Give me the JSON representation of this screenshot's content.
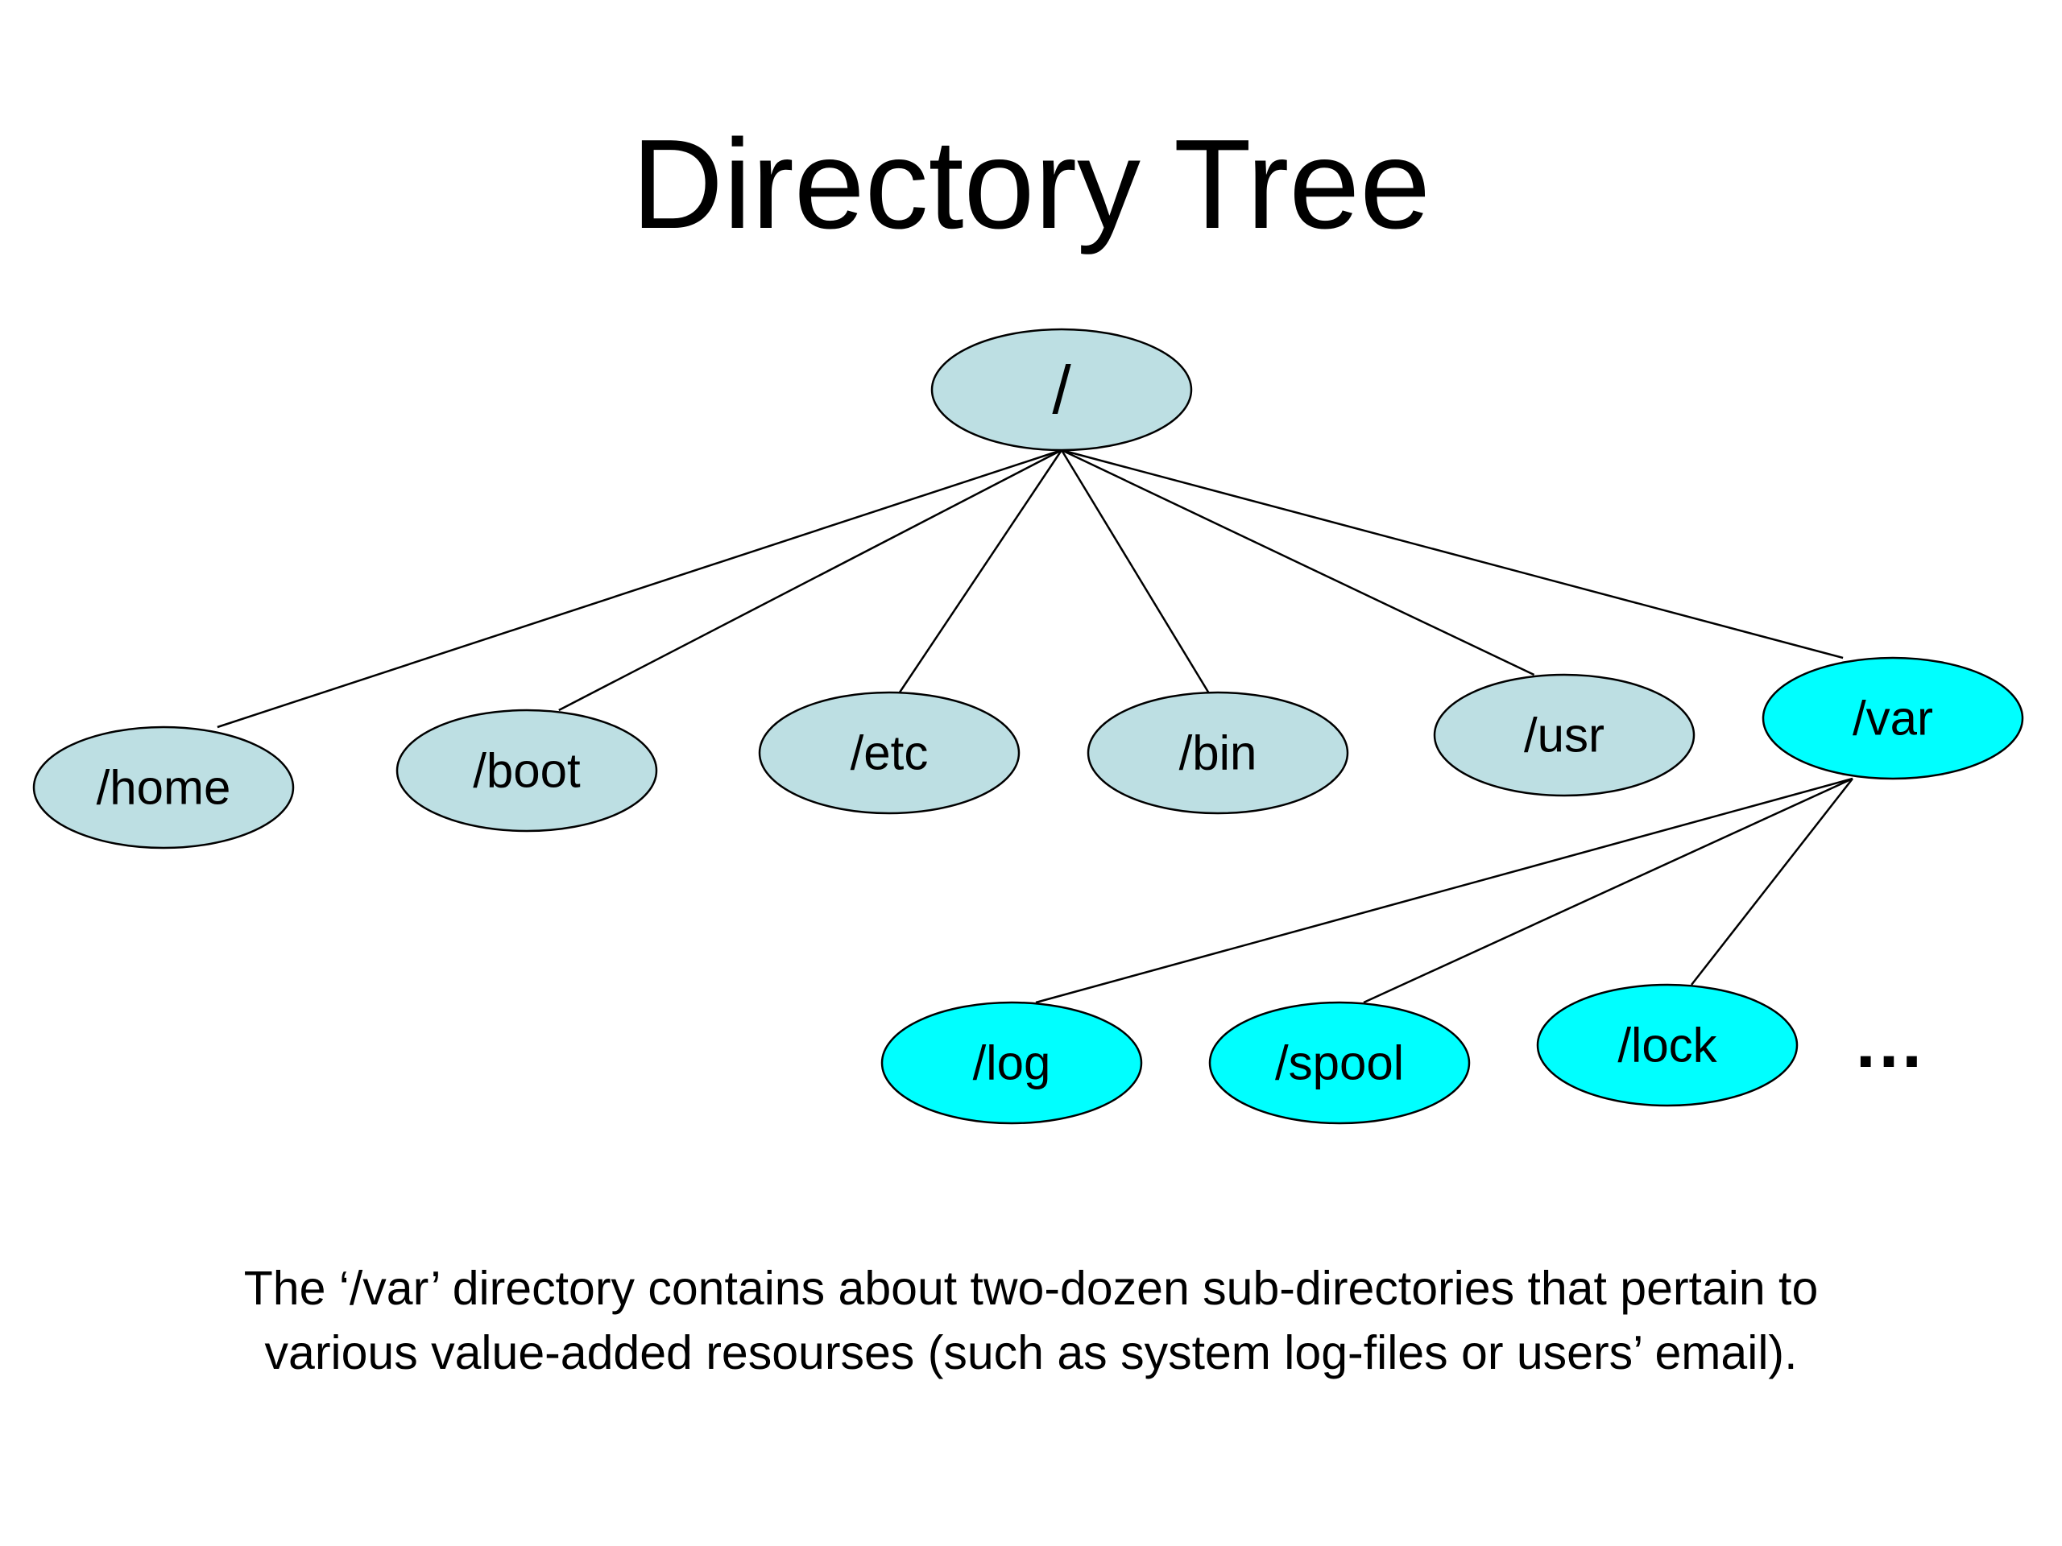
{
  "slide": {
    "title": "Directory Tree",
    "caption_lines": [
      "The ‘/var’ directory contains about two-dozen sub-directories that pertain to",
      "various value-added resourses (such as system log-files or users’ email)."
    ]
  },
  "colors": {
    "node_fill": "#bddfe3",
    "highlight_fill": "#00ffff",
    "stroke": "#000000"
  },
  "tree": {
    "root": {
      "label": "/"
    },
    "children": [
      {
        "label": "/home"
      },
      {
        "label": "/boot"
      },
      {
        "label": "/etc"
      },
      {
        "label": "/bin"
      },
      {
        "label": "/usr"
      },
      {
        "label": "/var",
        "highlighted": true
      }
    ],
    "var_children": [
      {
        "label": "/log"
      },
      {
        "label": "/spool"
      },
      {
        "label": "/lock"
      }
    ],
    "more_indicator": "…"
  }
}
